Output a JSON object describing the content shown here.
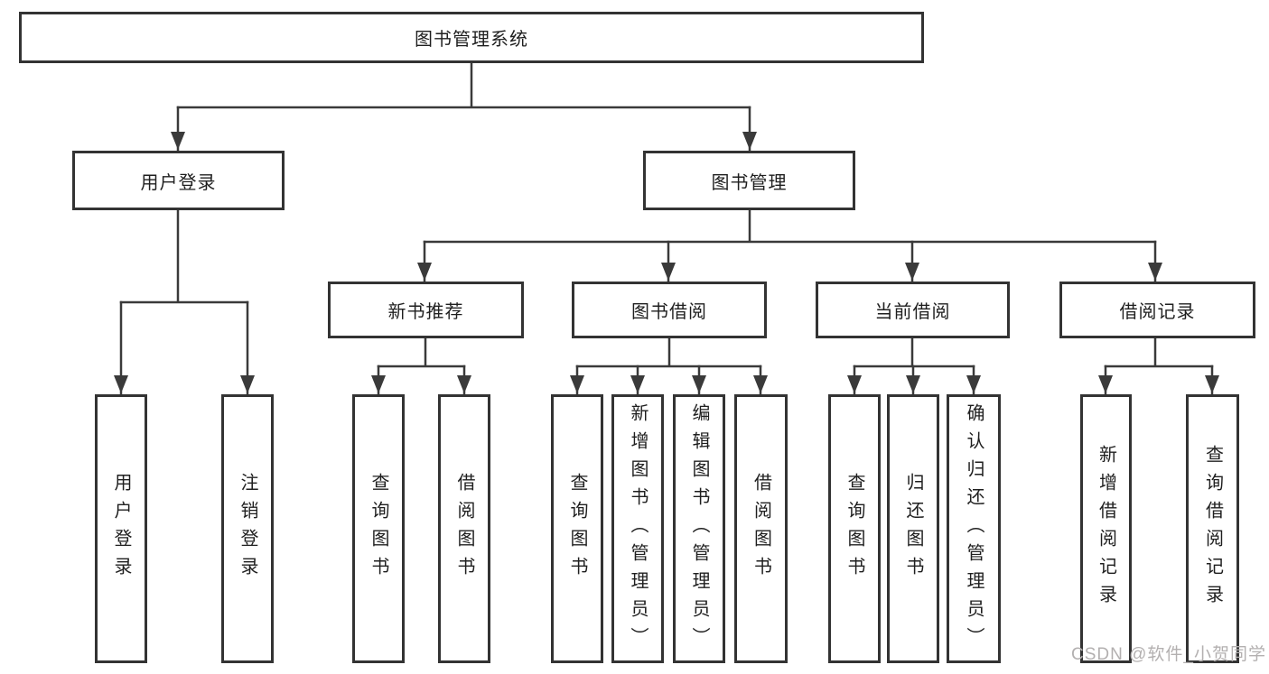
{
  "colors": {
    "line": "#3a3a3a",
    "box_border": "#333333",
    "text": "#1f1f1f",
    "background": "#ffffff",
    "watermark_text": "#b3b0b0"
  },
  "tree": {
    "root": "图书管理系统",
    "branches": [
      {
        "label": "用户登录",
        "children": [
          {
            "label": "用户登录"
          },
          {
            "label": "注销登录"
          }
        ]
      },
      {
        "label": "图书管理",
        "children": [
          {
            "label": "新书推荐",
            "children": [
              {
                "label": "查询图书"
              },
              {
                "label": "借阅图书"
              }
            ]
          },
          {
            "label": "图书借阅",
            "children": [
              {
                "label": "查询图书"
              },
              {
                "label": "新增图书（管理员）"
              },
              {
                "label": "编辑图书（管理员）"
              },
              {
                "label": "借阅图书"
              }
            ]
          },
          {
            "label": "当前借阅",
            "children": [
              {
                "label": "查询图书"
              },
              {
                "label": "归还图书"
              },
              {
                "label": "确认归还（管理员）"
              }
            ]
          },
          {
            "label": "借阅记录",
            "children": [
              {
                "label": "新增借阅记录"
              },
              {
                "label": "查询借阅记录"
              }
            ]
          }
        ]
      }
    ]
  },
  "watermark": {
    "text": "CSDN @软件_小贺同学"
  }
}
